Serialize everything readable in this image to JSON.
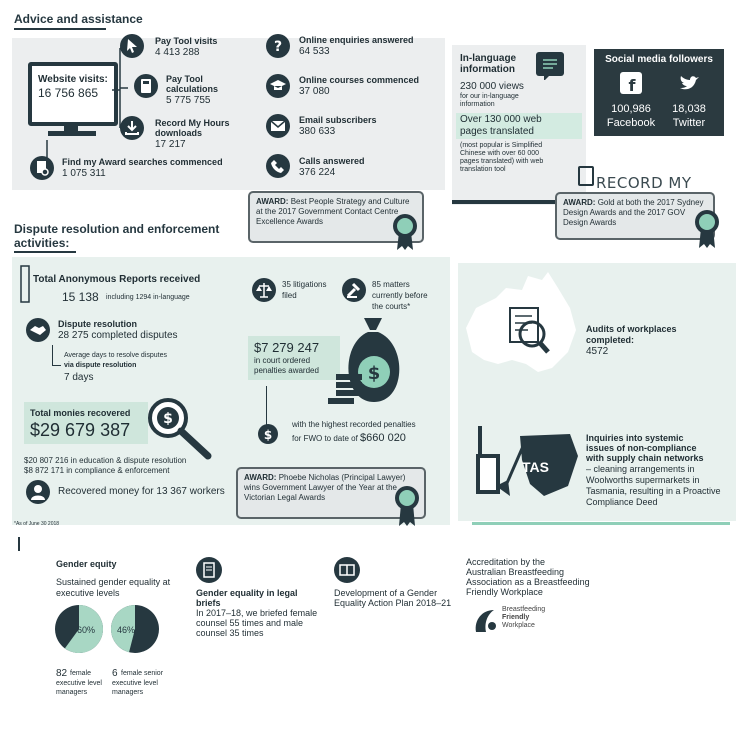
{
  "advice": {
    "title": "Advice and assistance",
    "website_label": "Website visits:",
    "website_value": "16 756 865",
    "pay_tool_visits_label": "Pay Tool visits",
    "pay_tool_visits_value": "4 413 288",
    "pay_tool_calc_label1": "Pay Tool",
    "pay_tool_calc_label2": "calculations",
    "pay_tool_calc_value": "5 775 755",
    "record_hours_label1": "Record My Hours",
    "record_hours_label2": "downloads",
    "record_hours_value": "17 217",
    "find_award_label": "Find my Award searches commenced",
    "find_award_value": "1 075 311",
    "enquiries_label": "Online enquiries answered",
    "enquiries_value": "64 533",
    "courses_label": "Online courses commenced",
    "courses_value": "37 080",
    "email_label": "Email subscribers",
    "email_value": "380 633",
    "calls_label": "Calls answered",
    "calls_value": "376 224",
    "award_prefix": "AWARD:",
    "award_text": "Best People Strategy and Culture at the 2017 Government Contact Centre Excellence Awards"
  },
  "in_language": {
    "title1": "In-language",
    "title2": "information",
    "views_value": "230 000 views",
    "views_desc1": "for our in-language",
    "views_desc2": "information",
    "pages_line1": "Over 130 000 web",
    "pages_line2": "pages translated",
    "note1": "(most popular is Simplified",
    "note2": "Chinese with over 60 000",
    "note3": "pages translated) with web",
    "note4": "translation tool"
  },
  "social": {
    "title": "Social media followers",
    "facebook_value": "100,986",
    "facebook_label": "Facebook",
    "twitter_value": "18,038",
    "twitter_label": "Twitter"
  },
  "record_my_hours": {
    "logo_text": "RECORD MY HOURS",
    "award_prefix": "AWARD:",
    "award_text": "Gold at both the 2017 Sydney Design Awards and the 2017 GOV Design Awards"
  },
  "dispute": {
    "title1": "Dispute resolution and enforcement",
    "title2": "activities:",
    "anon_label": "Total Anonymous Reports received",
    "anon_value": "15 138",
    "anon_note": "including 1294 in-language",
    "dr_label": "Dispute resolution",
    "dr_value": "28 275 completed disputes",
    "avg_label1": "Average days to resolve disputes",
    "avg_label2": "via dispute resolution",
    "avg_value": "7 days",
    "monies_label": "Total monies recovered",
    "monies_value": "$29 679 387",
    "edu_value": "$20 807 216 in education & dispute resolution",
    "comp_value": "$8 872 171 in compliance & enforcement",
    "workers_value": "Recovered money for 13 367 workers",
    "footnote": "*As of June 30 2018",
    "litigations1": "35 litigations",
    "litigations2": "filed",
    "matters1": "85 matters",
    "matters2": "currently before",
    "matters3": "the courts*",
    "penalties_value": "$7 279 247",
    "penalties_line2": "in court ordered",
    "penalties_line3": "penalties awarded",
    "highest1": "with the highest recorded penalties",
    "highest2": "for FWO to date of",
    "highest_value": "$660 020",
    "award_prefix": "AWARD:",
    "award_text": "Phoebe Nicholas (Principal Lawyer) wins Government Lawyer of the Year at the Victorian Legal Awards"
  },
  "audits": {
    "label1": "Audits of workplaces",
    "label2": "completed:",
    "value": "4572",
    "inq1": "Inquiries into systemic",
    "inq2": "issues of non-compliance",
    "inq3": "with supply chain networks",
    "inq4": "– cleaning arrangements in",
    "inq5": "Woolworths supermarkets in",
    "inq6": "Tasmania, resulting in a Proactive",
    "inq7": "Compliance Deed",
    "tas_label": "TAS"
  },
  "gender": {
    "title": "Gender equity",
    "desc1": "Sustained gender equality at",
    "desc2": "executive levels",
    "pie1_pct": "60%",
    "pie1_fraction": 0.6,
    "pie2_pct": "46%",
    "pie2_fraction": 0.46,
    "cap1_num": "82",
    "cap1_text1": "female",
    "cap1_text2": "executive level",
    "cap1_text3": "managers",
    "cap2_num": "6",
    "cap2_text1": "female senior",
    "cap2_text2": "executive level",
    "cap2_text3": "managers",
    "legal_title1": "Gender equality in legal",
    "legal_title2": "briefs",
    "legal_text1": "In 2017–18, we briefed female",
    "legal_text2": "counsel 55 times and male",
    "legal_text3": "counsel 35 times",
    "plan1": "Development of a Gender",
    "plan2": "Equality Action Plan 2018–21",
    "accred1": "Accreditation by the",
    "accred2": "Australian Breastfeeding",
    "accred3": "Association as a Breastfeeding",
    "accred4": "Friendly Workplace",
    "bf_logo1": "Breastfeeding",
    "bf_logo2": "Friendly",
    "bf_logo3": "Workplace"
  },
  "colors": {
    "dark": "#263840",
    "teal": "#8fcfb8",
    "panel": "#e8f1ee",
    "grey_panel": "#eceeef",
    "social": "#2b3a40"
  }
}
